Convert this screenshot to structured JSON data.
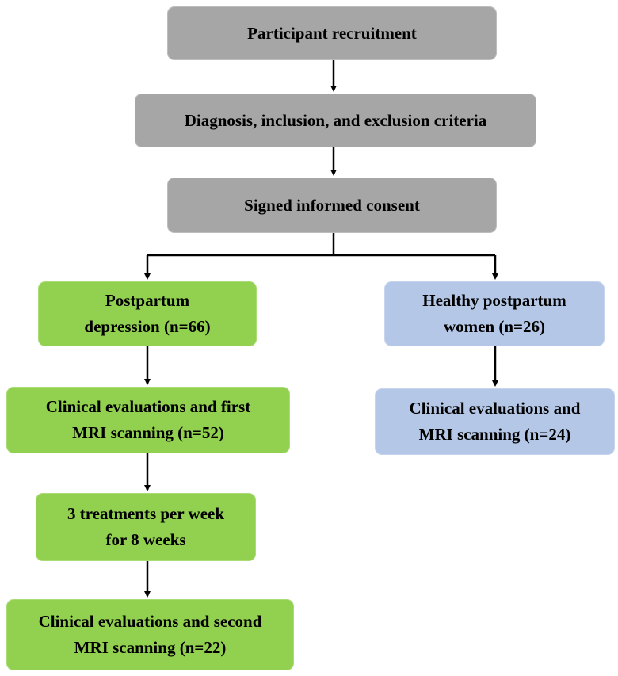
{
  "nodes": {
    "recruitment": "Participant recruitment",
    "criteria": "Diagnosis, inclusion, and exclusion criteria",
    "consent": "Signed informed consent",
    "ppd_group": "Postpartum\ndepression (n=66)",
    "healthy_group": "Healthy postpartum\nwomen (n=26)",
    "ppd_first_eval": "Clinical evaluations and first\nMRI scanning (n=52)",
    "healthy_eval": "Clinical evaluations and\nMRI scanning (n=24)",
    "treatment": "3 treatments per week\nfor 8 weeks",
    "ppd_second_eval": "Clinical evaluations and second\nMRI scanning (n=22)"
  },
  "colors": {
    "stage_gray": "#a6a6a6",
    "ppd_green": "#92d050",
    "healthy_blue": "#b4c7e7",
    "connector": "#000000"
  }
}
